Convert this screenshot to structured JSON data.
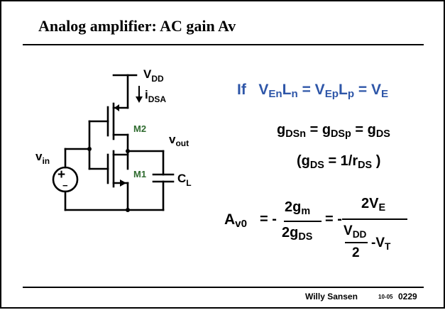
{
  "slide": {
    "title": "Analog amplifier: AC gain Av"
  },
  "circuit": {
    "vdd_label": "V",
    "vdd_sub": "DD",
    "ids_label": "i",
    "ids_sub": "DSA",
    "m2_label": "M2",
    "m1_label": "M1",
    "vout_label": "v",
    "vout_sub": "out",
    "vin_label": "v",
    "vin_sub": "in",
    "cl_label": "C",
    "cl_sub": "L",
    "source_plus": "+",
    "source_minus": "−"
  },
  "equations": {
    "condition": {
      "if_word": "If",
      "v1": "V",
      "s1": "En",
      "l1": "L",
      "s2": "n",
      "eq1": " = ",
      "v2": "V",
      "s3": "Ep",
      "l2": "L",
      "s4": "p",
      "eq2": " = ",
      "v3": "V",
      "s5": "E"
    },
    "gds_equal": {
      "g1": "g",
      "s1": "DSn",
      "eq1": " = ",
      "g2": "g",
      "s2": "DSp",
      "eq2": " = ",
      "g3": "g",
      "s3": "DS"
    },
    "gds_def": {
      "open": "(g",
      "s1": "DS",
      "mid": " = 1/r",
      "s2": "DS",
      "close": " )"
    },
    "gain": {
      "a": "A",
      "a_sub": "v0",
      "eq_minus1": "= -",
      "num1": "2g",
      "num1_sub": "m",
      "den1": "2g",
      "den1_sub": "DS",
      "eq_minus2": "= -",
      "num2": "2V",
      "num2_sub": "E",
      "vdd": "V",
      "vdd_sub": "DD",
      "two": "2",
      "minus_vt": "-V",
      "vt_sub": "T"
    }
  },
  "footer": {
    "author": "Willy Sansen",
    "date": "10-05",
    "slide_number": "0229"
  },
  "colors": {
    "accent_blue": "#2e56a8",
    "transistor_label_green": "#2f6b2f",
    "text": "#000000"
  }
}
